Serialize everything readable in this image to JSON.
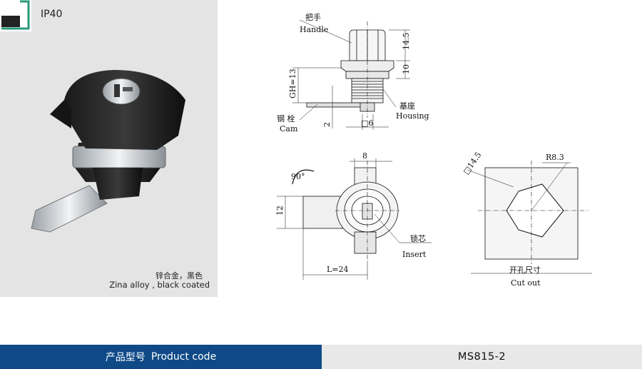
{
  "badge": {
    "label": "IP40"
  },
  "photo": {
    "material_cn": "锌合金，黑色",
    "material_en": "Zina alloy , black coated"
  },
  "drawing": {
    "handle_cn": "把手",
    "handle_en": "Handle",
    "dim_14_5": "14.5",
    "dim_10": "10",
    "dim_gh13": "GH=13",
    "housing_cn": "基座",
    "housing_en": "Housing",
    "cam_cn": "钢 栓",
    "cam_en": "Cam",
    "dim_2": "2",
    "dim_sq6": "□6",
    "dim_8": "8",
    "rot_90": "90°",
    "dim_12": "12",
    "insert_cn": "锁芯",
    "insert_en": "Insert",
    "dim_l24": "L=24",
    "dim_sq14_5": "□14.5",
    "dim_r8_3": "R8.3",
    "cutout_cn": "开孔尺寸",
    "cutout_en": "Cut out"
  },
  "footer": {
    "cn": "产品型号",
    "en": "Product code",
    "code": "MS815-2"
  },
  "colors": {
    "footer_blue": "#0f4a87",
    "panel_gray": "#e4e4e5"
  }
}
